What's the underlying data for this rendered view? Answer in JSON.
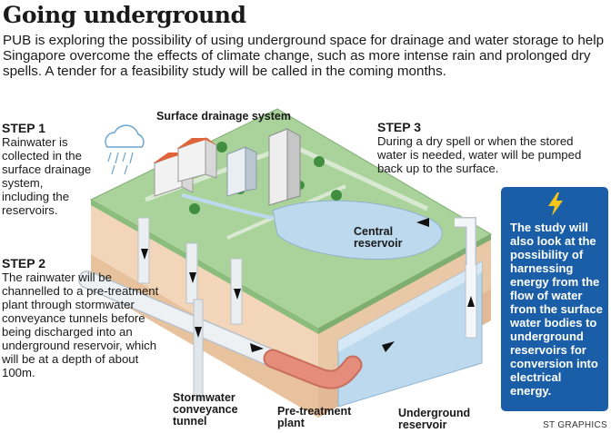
{
  "header": {
    "title": "Going underground",
    "intro": "PUB is exploring the possibility of using underground space for drainage and water storage to help Singapore overcome the effects of climate change, such as more intense rain and prolonged dry spells. A tender for a feasibility study will be called in the coming months."
  },
  "steps": [
    {
      "heading": "STEP 1",
      "text": "Rainwater is collected in the surface drainage system, including the reservoirs."
    },
    {
      "heading": "STEP 2",
      "text": "The rainwater will be channelled to a pre-treatment plant through stormwater conveyance tunnels before being discharged into an underground reservoir, which will be at a depth of about 100m."
    },
    {
      "heading": "STEP 3",
      "text": "During a dry spell or when the stored water is needed, water will be pumped back up to the surface."
    }
  ],
  "labels": {
    "surface_drainage": "Surface drainage system",
    "central_reservoir": "Central reservoir",
    "stormwater_tunnel": "Stormwater conveyance tunnel",
    "pretreatment_plant": "Pre-treatment plant",
    "underground_reservoir": "Underground reservoir"
  },
  "info_box": {
    "icon": "lightning-bolt-icon",
    "text": "The study will also look at the possibility of harnessing energy from the flow of water from the surface water bodies to underground reservoirs for conversion into electrical energy."
  },
  "credit": "ST GRAPHICS",
  "colors": {
    "ground_top": "#a9d39b",
    "soil": "#f3d6b9",
    "soil_dark": "#e2b994",
    "water": "#bcd9ee",
    "info_box": "#1a5ea8",
    "pipe": "#eceff2",
    "pretreatment": "#e58c7a"
  }
}
